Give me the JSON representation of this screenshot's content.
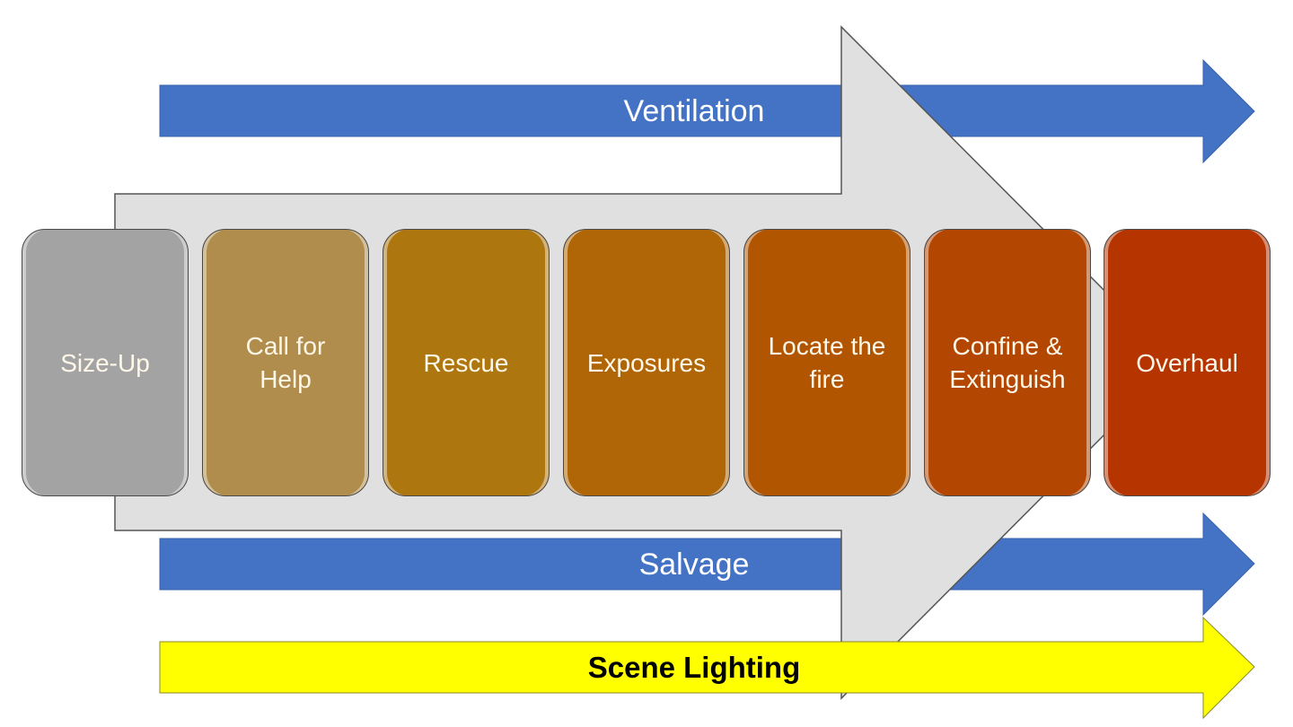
{
  "diagram": {
    "main_arrow": {
      "color": "#e0e0e0",
      "stroke": "#555555"
    },
    "steps": [
      {
        "label": "Size-Up",
        "color": "#a3a3a3"
      },
      {
        "label": "Call for\nHelp",
        "color": "#b08d4c"
      },
      {
        "label": "Rescue",
        "color": "#ae760f"
      },
      {
        "label": "Exposures",
        "color": "#b06606"
      },
      {
        "label": "Locate the\nfire",
        "color": "#b15500"
      },
      {
        "label": "Confine &\nExtinguish",
        "color": "#b34600"
      },
      {
        "label": "Overhaul",
        "color": "#b53400"
      }
    ],
    "bands": [
      {
        "label": "Ventilation",
        "color": "#4472c4",
        "text_color": "#ffffff"
      },
      {
        "label": "Salvage",
        "color": "#4472c4",
        "text_color": "#ffffff"
      },
      {
        "label": "Scene Lighting",
        "color": "#ffff00",
        "text_color": "#000000"
      }
    ]
  }
}
